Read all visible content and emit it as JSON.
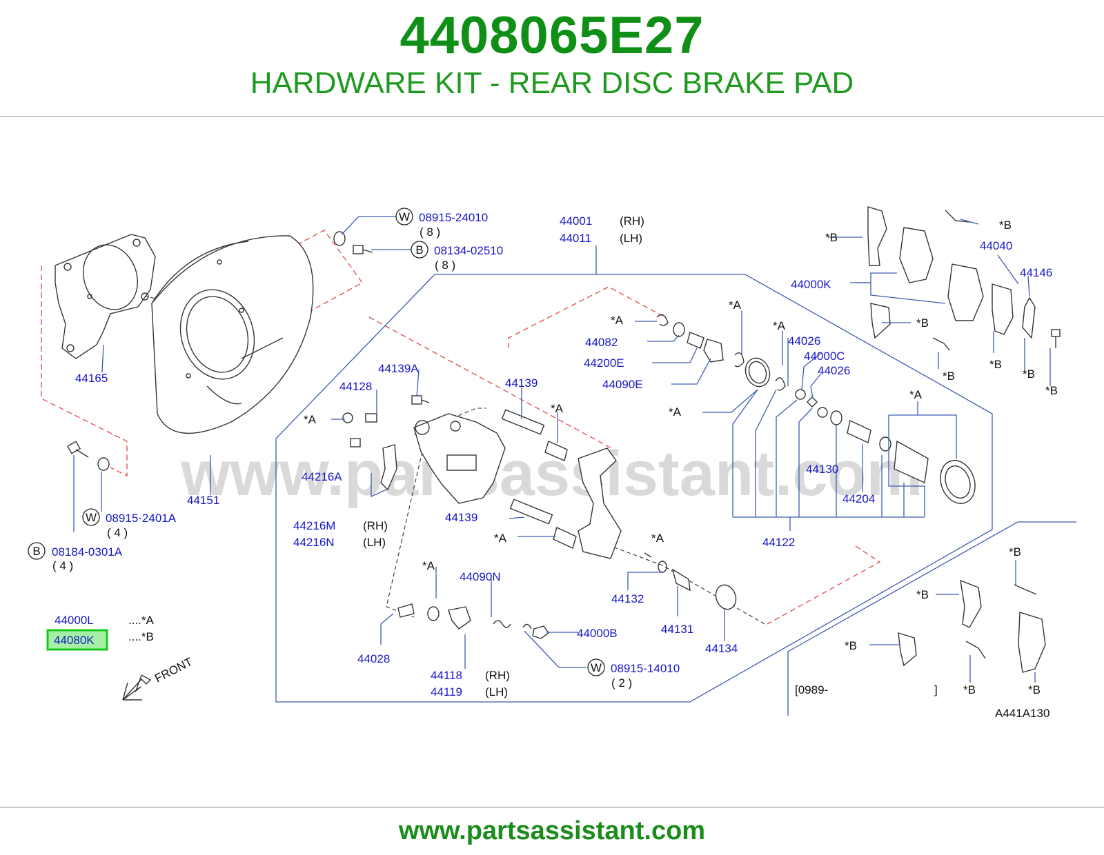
{
  "header": {
    "part_number": "4408065E27",
    "description": "HARDWARE KIT - REAR DISC BRAKE PAD"
  },
  "footer": {
    "url": "www.partsassistant.com"
  },
  "diagram": {
    "watermark": "www.partsassistant.com",
    "figure_code": "A441A130",
    "front_label": "FRONT",
    "date_range": "[0989-",
    "date_range_end": "]",
    "labels": {
      "w1_code": "W",
      "w1_part": "08915-24010",
      "w1_qty": "( 8 )",
      "b1_code": "B",
      "b1_part": "08134-02510",
      "b1_qty": "( 8 )",
      "p44001": "44001",
      "p44001_side": "(RH)",
      "p44011": "44011",
      "p44011_side": "(LH)",
      "p44165": "44165",
      "p44151": "44151",
      "w2_code": "W",
      "w2_part": "08915-2401A",
      "w2_qty": "( 4 )",
      "b2_code": "B",
      "b2_part": "08184-0301A",
      "b2_qty": "( 4 )",
      "legend_a_part": "44000L",
      "legend_a_ref": "....*A",
      "legend_b_part": "44080K",
      "legend_b_ref": "....*B",
      "p44139A": "44139A",
      "p44128": "44128",
      "p44139_top": "44139",
      "p44139_mid": "44139",
      "p44216A": "44216A",
      "p44216M": "44216M",
      "p44216M_side": "(RH)",
      "p44216N": "44216N",
      "p44216N_side": "(LH)",
      "p44082": "44082",
      "p44200E": "44200E",
      "p44090E": "44090E",
      "p44026_a": "44026",
      "p44000C": "44000C",
      "p44026_b": "44026",
      "p44130": "44130",
      "p44204": "44204",
      "p44122": "44122",
      "p44132": "44132",
      "p44131": "44131",
      "p44134": "44134",
      "p44090N": "44090N",
      "p44000B": "44000B",
      "p44028": "44028",
      "p44118": "44118",
      "p44118_side": "(RH)",
      "p44119": "44119",
      "p44119_side": "(LH)",
      "w3_code": "W",
      "w3_part": "08915-14010",
      "w3_qty": "( 2 )",
      "p44040": "44040",
      "p44146": "44146",
      "p44000K": "44000K",
      "ref_a": "*A",
      "ref_b": "*B"
    }
  },
  "colors": {
    "title_green": "#0f8f16",
    "part_blue": "#1616c8",
    "leader_blue": "#3c5ab4",
    "dash_red": "#e04848",
    "highlight_green": "#18c818"
  }
}
